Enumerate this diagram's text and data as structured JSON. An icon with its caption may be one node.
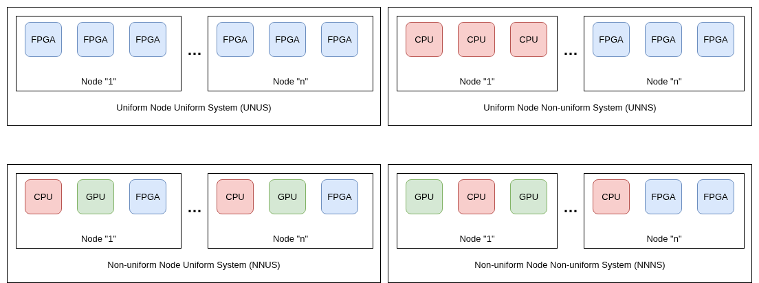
{
  "diagram": {
    "nodes": [
      {
        "text": [
          "Uniform Node Uniform System (UNUS)"
        ]
      },
      {
        "text": [
          "Node \"1\""
        ],
        "in": 0
      },
      {
        "text": [
          "FPGA"
        ],
        "in": 1
      },
      {
        "text": [
          "FPGA"
        ],
        "in": 1
      },
      {
        "text": [
          "FPGA"
        ],
        "in": 1
      },
      {
        "text": [
          "Node \"n\""
        ],
        "in": 0
      },
      {
        "text": [
          "FPGA"
        ],
        "in": 5
      },
      {
        "text": [
          "FPGA"
        ],
        "in": 5
      },
      {
        "text": [
          "FPGA"
        ],
        "in": 5
      },
      {
        "text": [
          "Uniform Node Non-uniform System (UNNS)"
        ]
      },
      {
        "text": [
          "Node \"1\""
        ],
        "in": 9
      },
      {
        "text": [
          "CPU"
        ],
        "in": 10
      },
      {
        "text": [
          "CPU"
        ],
        "in": 10
      },
      {
        "text": [
          "CPU"
        ],
        "in": 10
      },
      {
        "text": [
          "Node \"n\""
        ],
        "in": 9
      },
      {
        "text": [
          "FPGA"
        ],
        "in": 14
      },
      {
        "text": [
          "FPGA"
        ],
        "in": 14
      },
      {
        "text": [
          "FPGA"
        ],
        "in": 14
      },
      {
        "text": [
          "Non-uniform Node Uniform System (NNUS)"
        ]
      },
      {
        "text": [
          "Node \"1\""
        ],
        "in": 18
      },
      {
        "text": [
          "CPU"
        ],
        "in": 19
      },
      {
        "text": [
          "GPU"
        ],
        "in": 19
      },
      {
        "text": [
          "FPGA"
        ],
        "in": 19
      },
      {
        "text": [
          "Node \"n\""
        ],
        "in": 18
      },
      {
        "text": [
          "CPU"
        ],
        "in": 23
      },
      {
        "text": [
          "GPU"
        ],
        "in": 23
      },
      {
        "text": [
          "FPGA"
        ],
        "in": 23
      },
      {
        "text": [
          "Non-uniform Node Non-uniform System (NNNS)"
        ]
      },
      {
        "text": [
          "Node \"1\""
        ],
        "in": 27
      },
      {
        "text": [
          "GPU"
        ],
        "in": 28
      },
      {
        "text": [
          "CPU"
        ],
        "in": 28
      },
      {
        "text": [
          "GPU"
        ],
        "in": 28
      },
      {
        "text": [
          "Node \"n\""
        ],
        "in": 27
      },
      {
        "text": [
          "CPU"
        ],
        "in": 32
      },
      {
        "text": [
          "FPGA"
        ],
        "in": 32
      },
      {
        "text": [
          "FPGA"
        ],
        "in": 32
      }
    ],
    "labels": [
      "…",
      "…",
      "…",
      "…"
    ]
  }
}
